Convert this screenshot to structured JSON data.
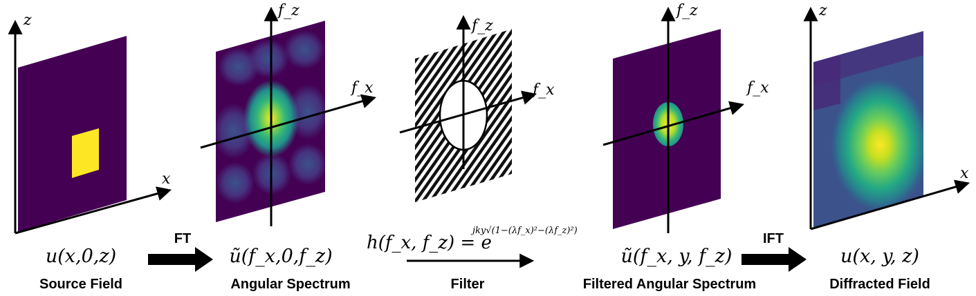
{
  "panels": {
    "source": {
      "axis_vertical": "z",
      "axis_horizontal": "x",
      "formula": "u(x,0,z)",
      "caption": "Source Field"
    },
    "spectrum": {
      "axis_vertical": "f_z",
      "axis_horizontal": "f_x",
      "formula": "ũ(f_x,0,f_z)",
      "caption": "Angular Spectrum"
    },
    "filter": {
      "axis_vertical": "f_z",
      "axis_horizontal": "f_x",
      "formula_base": "h(f_x, f_z) = e",
      "formula_exponent": "jky√(1−(λf_x)²−(λf_z)²)",
      "caption": "Filter"
    },
    "filtered": {
      "axis_vertical": "f_z",
      "axis_horizontal": "f_x",
      "formula": "ũ(f_x, y, f_z)",
      "caption": "Filtered Angular Spectrum"
    },
    "diffracted": {
      "axis_vertical": "z",
      "axis_horizontal": "x",
      "formula": "u(x, y, z)",
      "caption": "Diffracted Field"
    }
  },
  "arrows": {
    "ft": "FT",
    "ift": "IFT"
  },
  "colors": {
    "viridis_dark": "#440154",
    "viridis_purple": "#46277a",
    "viridis_blue": "#31688e",
    "viridis_teal": "#21918c",
    "viridis_green": "#35b779",
    "viridis_light": "#90d743",
    "viridis_yellow": "#fde725"
  }
}
